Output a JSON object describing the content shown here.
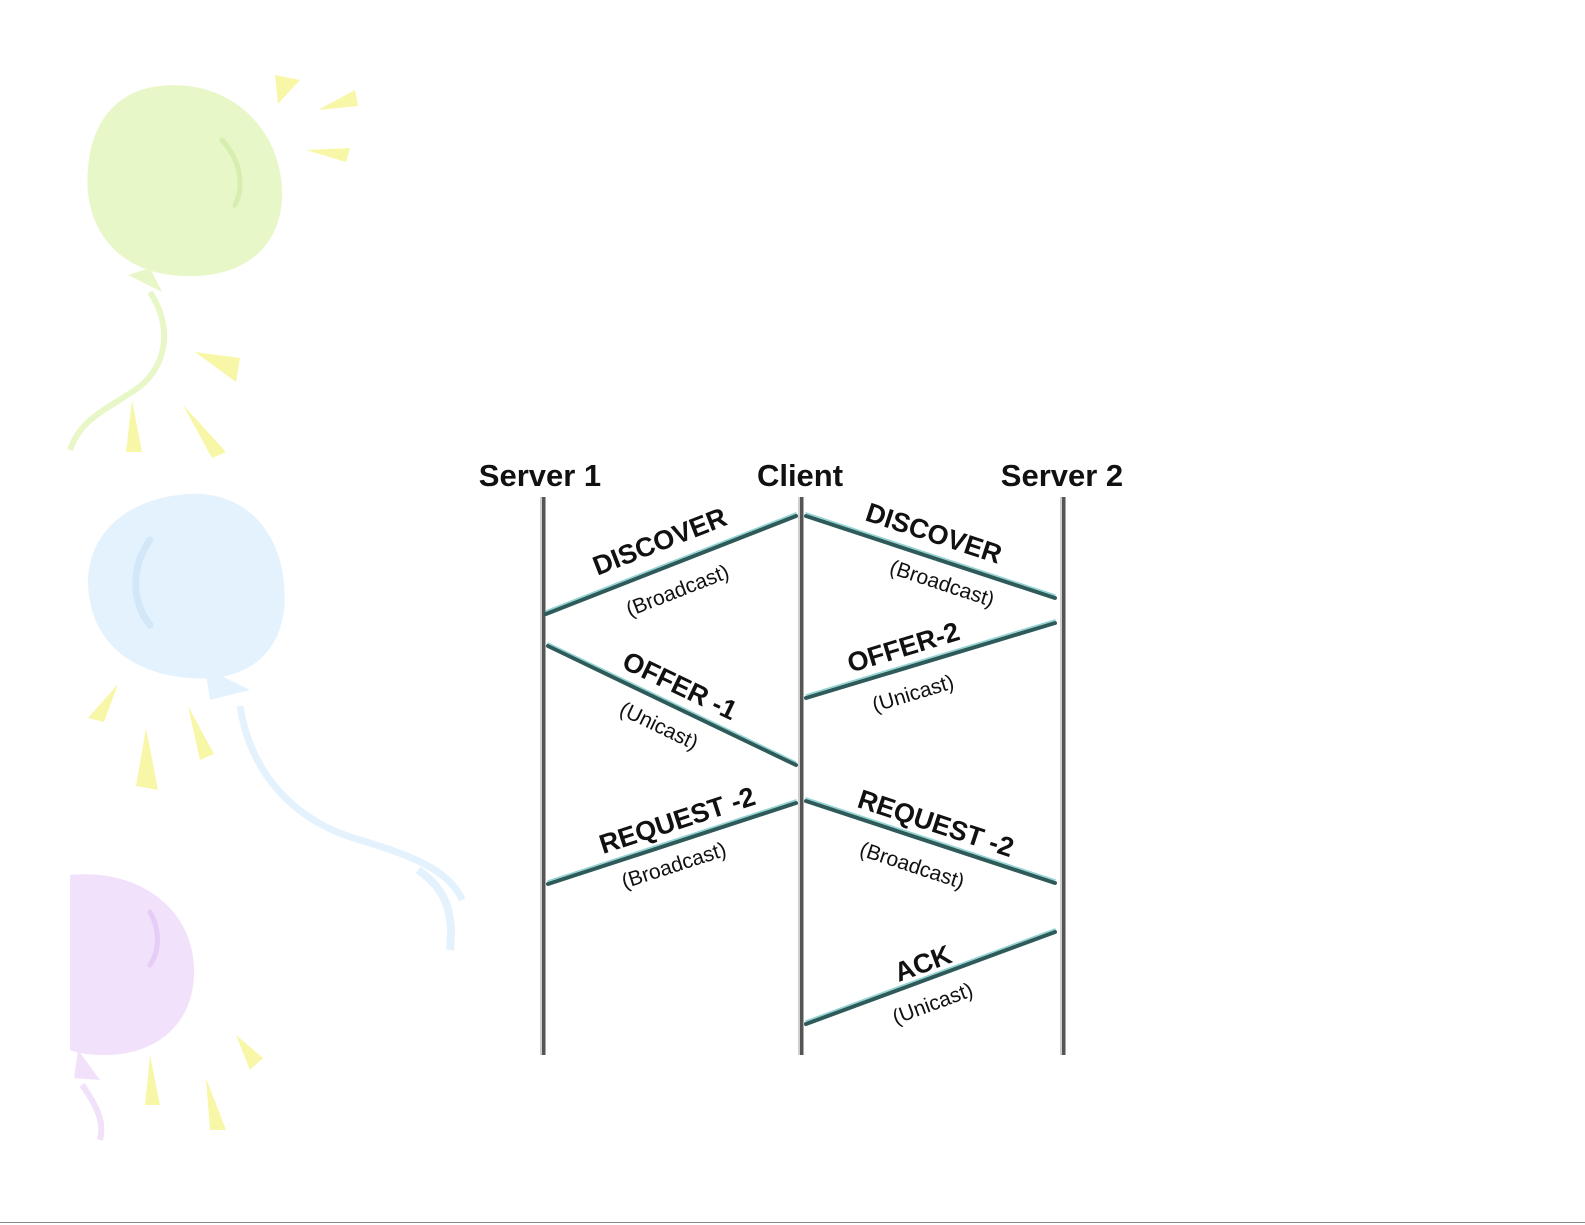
{
  "decor": {
    "items": [
      {
        "name": "balloon-green",
        "color": "#e8f7c8"
      },
      {
        "name": "balloon-blue",
        "color": "#e4f2fd"
      },
      {
        "name": "balloon-purple",
        "color": "#f1e1fb"
      },
      {
        "name": "sparkle-rays",
        "color": "#f8f7a8"
      }
    ]
  },
  "diagram": {
    "participants": {
      "server1": "Server 1",
      "client": "Client",
      "server2": "Server 2"
    },
    "messages": [
      {
        "id": "m1",
        "from": "Server 1",
        "to": "Client",
        "label": "DISCOVER",
        "sub": "(Broadcast)"
      },
      {
        "id": "m2",
        "from": "Client",
        "to": "Server 2",
        "label": "DISCOVER",
        "sub": "(Broadcast)"
      },
      {
        "id": "m3",
        "from": "Server 2",
        "to": "Client",
        "label": "OFFER-2",
        "sub": "(Unicast)"
      },
      {
        "id": "m4",
        "from": "Server 1",
        "to": "Client",
        "label": "OFFER -1",
        "sub": "(Unicast)"
      },
      {
        "id": "m5",
        "from": "Client",
        "to": "Server 1",
        "label": "REQUEST -2",
        "sub": "(Broadcast)"
      },
      {
        "id": "m6",
        "from": "Client",
        "to": "Server 2",
        "label": "REQUEST  -2",
        "sub": "(Broadcast)"
      },
      {
        "id": "m7",
        "from": "Server 2",
        "to": "Client",
        "label": "ACK",
        "sub": "(Unicast)"
      }
    ],
    "colors": {
      "arrow": "#2f5a5a",
      "arrow_highlight": "#8fd3d3",
      "lifeline": "#555555"
    }
  }
}
